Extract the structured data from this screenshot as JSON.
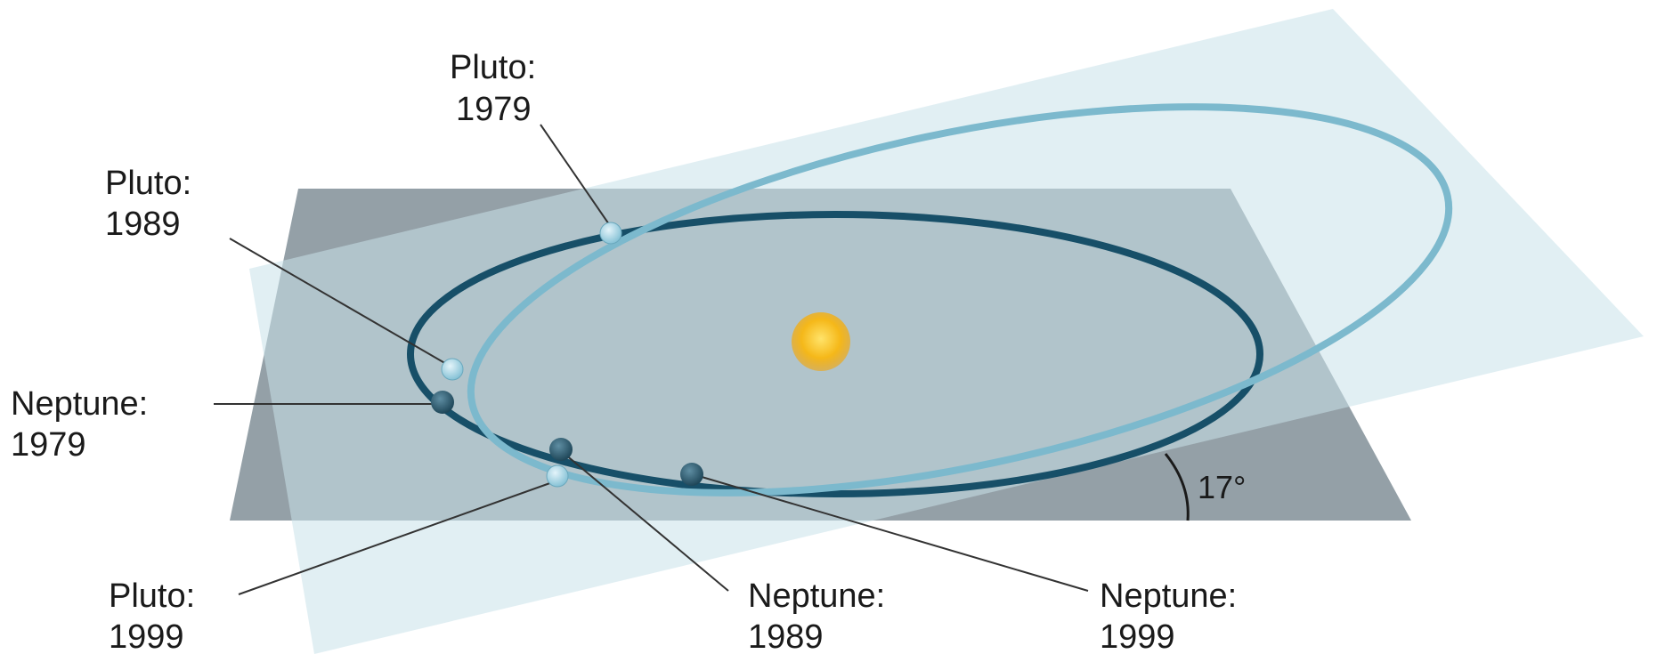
{
  "labels": {
    "pluto_1979": {
      "line1": "Pluto:",
      "line2": "1979"
    },
    "pluto_1989": {
      "line1": "Pluto:",
      "line2": "1989"
    },
    "pluto_1999": {
      "line1": "Pluto:",
      "line2": "1999"
    },
    "neptune_1979": {
      "line1": "Neptune:",
      "line2": "1979"
    },
    "neptune_1989": {
      "line1": "Neptune:",
      "line2": "1989"
    },
    "neptune_1999": {
      "line1": "Neptune:",
      "line2": "1999"
    }
  },
  "inclination_angle": "17°",
  "colors": {
    "ecliptic_plane": "#8e9ba2",
    "pluto_plane": "#c9e2ea",
    "neptune_orbit": "#174f68",
    "pluto_orbit": "#7cb9cd",
    "sun": "#f5b819",
    "neptune_marker": "#2b5a6e",
    "pluto_marker": "#a9d7e6"
  }
}
